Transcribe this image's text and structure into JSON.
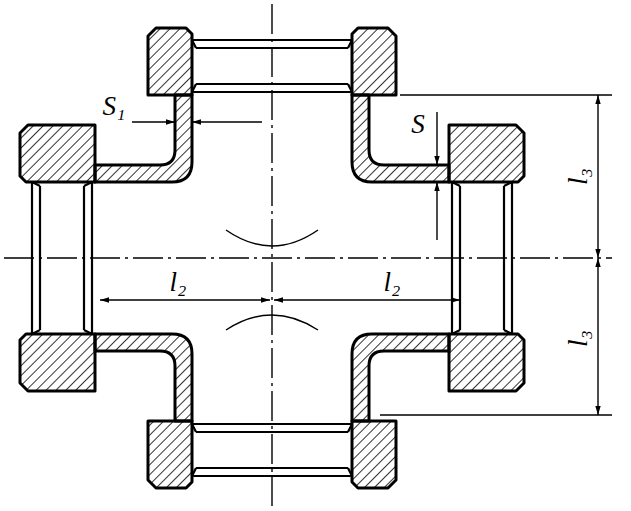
{
  "diagram": {
    "labels": [
      "S₁",
      "S",
      "l₂",
      "l₂",
      "l₃",
      "l₃"
    ]
  }
}
